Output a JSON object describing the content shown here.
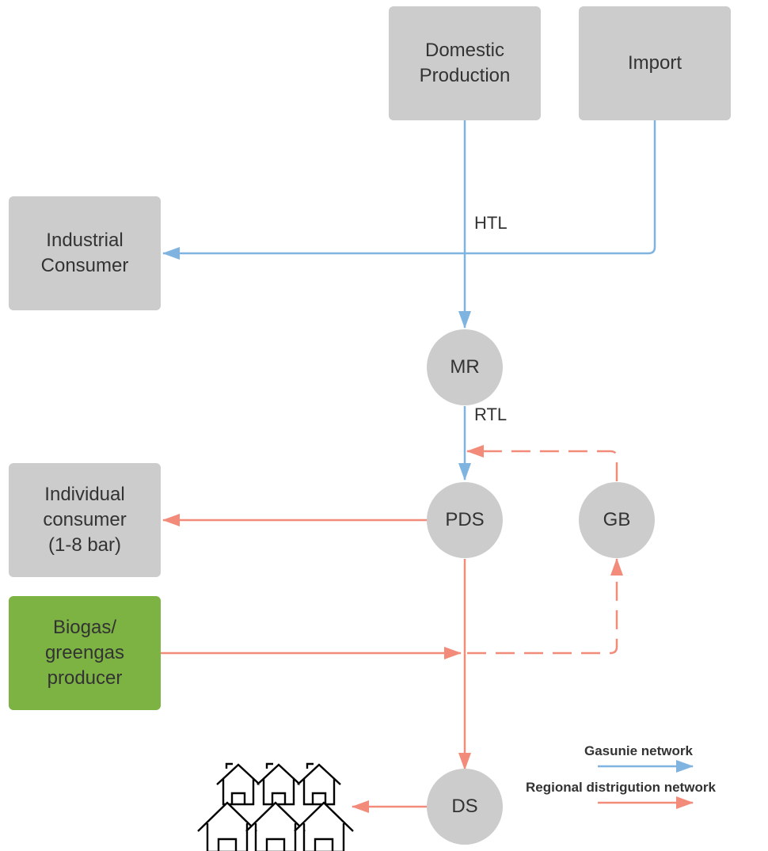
{
  "nodes": {
    "domestic": "Domestic\nProduction",
    "import": "Import",
    "industrial": "Industrial\nConsumer",
    "individual": "Individual\nconsumer\n(1-8 bar)",
    "biogas": "Biogas/\ngreengas\nproducer",
    "mr": "MR",
    "pds": "PDS",
    "gb": "GB",
    "ds": "DS"
  },
  "edge_labels": {
    "htl": "HTL",
    "rtl": "RTL"
  },
  "legend": {
    "gasunie": "Gasunie network",
    "regional": "Regional distrigution network"
  },
  "colors": {
    "gasunie": "#7fb3e0",
    "regional": "#f28b79",
    "node": "#cccccc",
    "green": "#7cb342"
  }
}
